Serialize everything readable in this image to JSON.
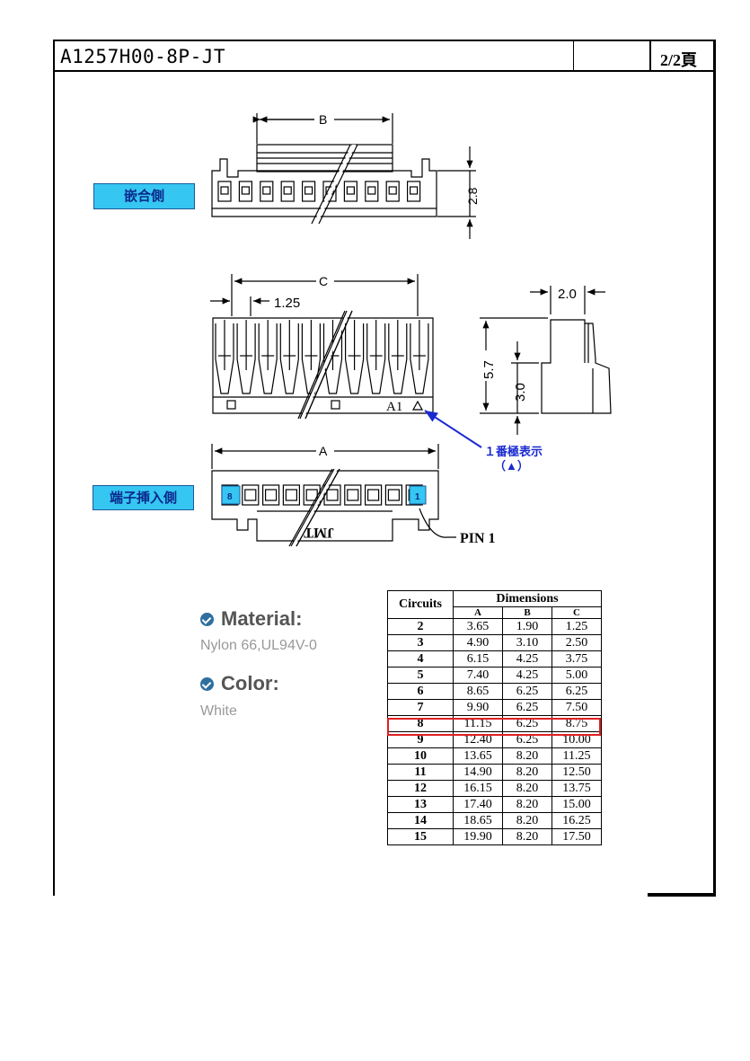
{
  "header": {
    "part_code": "A1257H00-8P-JT",
    "page": "2/2頁"
  },
  "drawing": {
    "dim_B": "B",
    "dim_2_8": "2.8",
    "dim_C": "C",
    "dim_1_25": "1.25",
    "dim_2_0": "2.0",
    "dim_5_7": "5.7",
    "dim_3_0": "3.0",
    "mark_A1": "A1",
    "dim_A": "A",
    "pin1_label": "PIN 1",
    "jmt_mark": "JMT",
    "pin_num_8": "8",
    "pin_num_1": "1",
    "note_line1": "１番極表示",
    "note_line2": "（▲）"
  },
  "tags": {
    "mating_side": "嵌合側",
    "terminal_side": "端子挿入側"
  },
  "specs": {
    "material_label": "Material:",
    "material_value": "Nylon 66,UL94V-0",
    "color_label": "Color:",
    "color_value": "White"
  },
  "table": {
    "circuits_header": "Circuits",
    "dimensions_header": "Dimensions",
    "columns": [
      "A",
      "B",
      "C"
    ],
    "rows": [
      {
        "n": "2",
        "a": "3.65",
        "b": "1.90",
        "c": "1.25"
      },
      {
        "n": "3",
        "a": "4.90",
        "b": "3.10",
        "c": "2.50"
      },
      {
        "n": "4",
        "a": "6.15",
        "b": "4.25",
        "c": "3.75"
      },
      {
        "n": "5",
        "a": "7.40",
        "b": "4.25",
        "c": "5.00"
      },
      {
        "n": "6",
        "a": "8.65",
        "b": "6.25",
        "c": "6.25"
      },
      {
        "n": "7",
        "a": "9.90",
        "b": "6.25",
        "c": "7.50"
      },
      {
        "n": "8",
        "a": "11.15",
        "b": "6.25",
        "c": "8.75"
      },
      {
        "n": "9",
        "a": "12.40",
        "b": "6.25",
        "c": "10.00"
      },
      {
        "n": "10",
        "a": "13.65",
        "b": "8.20",
        "c": "11.25"
      },
      {
        "n": "11",
        "a": "14.90",
        "b": "8.20",
        "c": "12.50"
      },
      {
        "n": "12",
        "a": "16.15",
        "b": "8.20",
        "c": "13.75"
      },
      {
        "n": "13",
        "a": "17.40",
        "b": "8.20",
        "c": "15.00"
      },
      {
        "n": "14",
        "a": "18.65",
        "b": "8.20",
        "c": "16.25"
      },
      {
        "n": "15",
        "a": "19.90",
        "b": "8.20",
        "c": "17.50"
      }
    ],
    "highlight_color": "#e02020"
  }
}
